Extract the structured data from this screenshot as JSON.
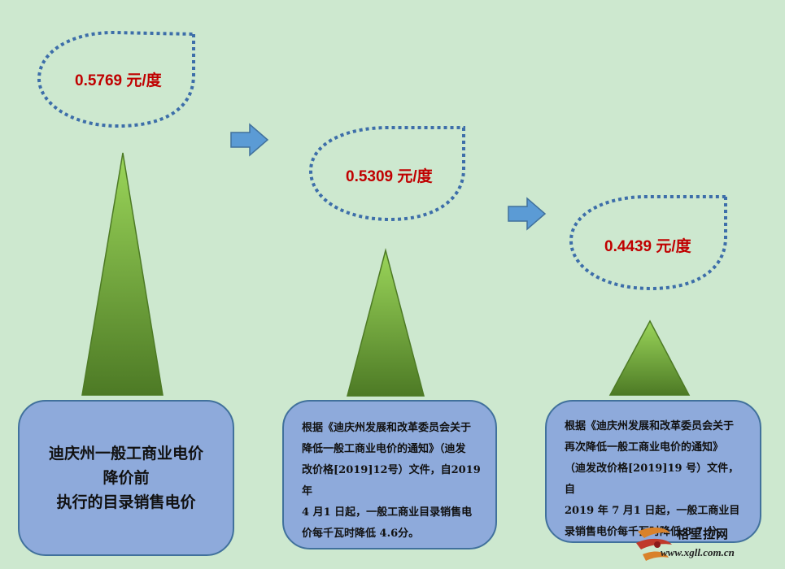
{
  "colors": {
    "background": "#cde8cf",
    "drop_outline": "#3d6ea9",
    "price_text": "#c00000",
    "triangle_top": "#9bd65a",
    "triangle_bottom": "#4d7a25",
    "arrow": "#5b9bd5",
    "box_fill": "#8eaadb",
    "box_border": "#41719c"
  },
  "stages": [
    {
      "price": "0.5769 元/度",
      "lines": [
        "迪庆州一般工商业电价",
        "降价前",
        "执行的目录销售电价"
      ]
    },
    {
      "price": "0.5309 元/度",
      "lines": [
        "根据《迪庆州发展和改革委员会关于",
        "降低一般工商业电价的通知》（迪发",
        "改价格[2019]12号）文件，自2019 年",
        "4 月1 日起，一般工商业目录销售电",
        "价每千瓦时降低 4.6分。"
      ]
    },
    {
      "price": "0.4439 元/度",
      "lines": [
        "根据《迪庆州发展和改革委员会关于",
        "再次降低一般工商业电价的通知》",
        "（迪发改价格[2019]19 号）文件，自",
        "2019 年 7 月1 日起，一般工商业目",
        "录销售电价每千瓦时降低 8.7 分。"
      ]
    }
  ],
  "watermark": {
    "name": "格里拉网",
    "url": "www.xgll.com.cn"
  }
}
